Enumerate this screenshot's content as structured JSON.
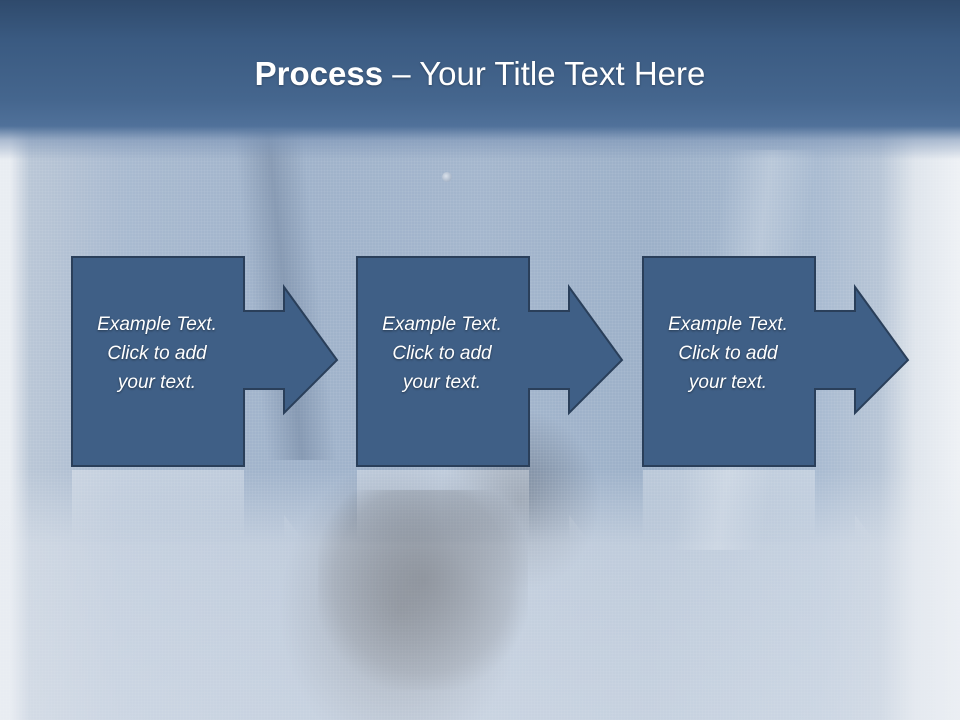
{
  "slide": {
    "title_bold": "Process",
    "title_rest": " – Your Title Text Here"
  },
  "steps": [
    {
      "text": "Example Text.\nClick  to add\nyour text."
    },
    {
      "text": "Example Text.\nClick  to add\nyour text."
    },
    {
      "text": "Example Text.\nClick  to add\nyour text."
    }
  ],
  "colors": {
    "box_fill": "#3f5f86",
    "box_stroke": "#2a3f5a",
    "title_bar": "#3a5a81"
  }
}
